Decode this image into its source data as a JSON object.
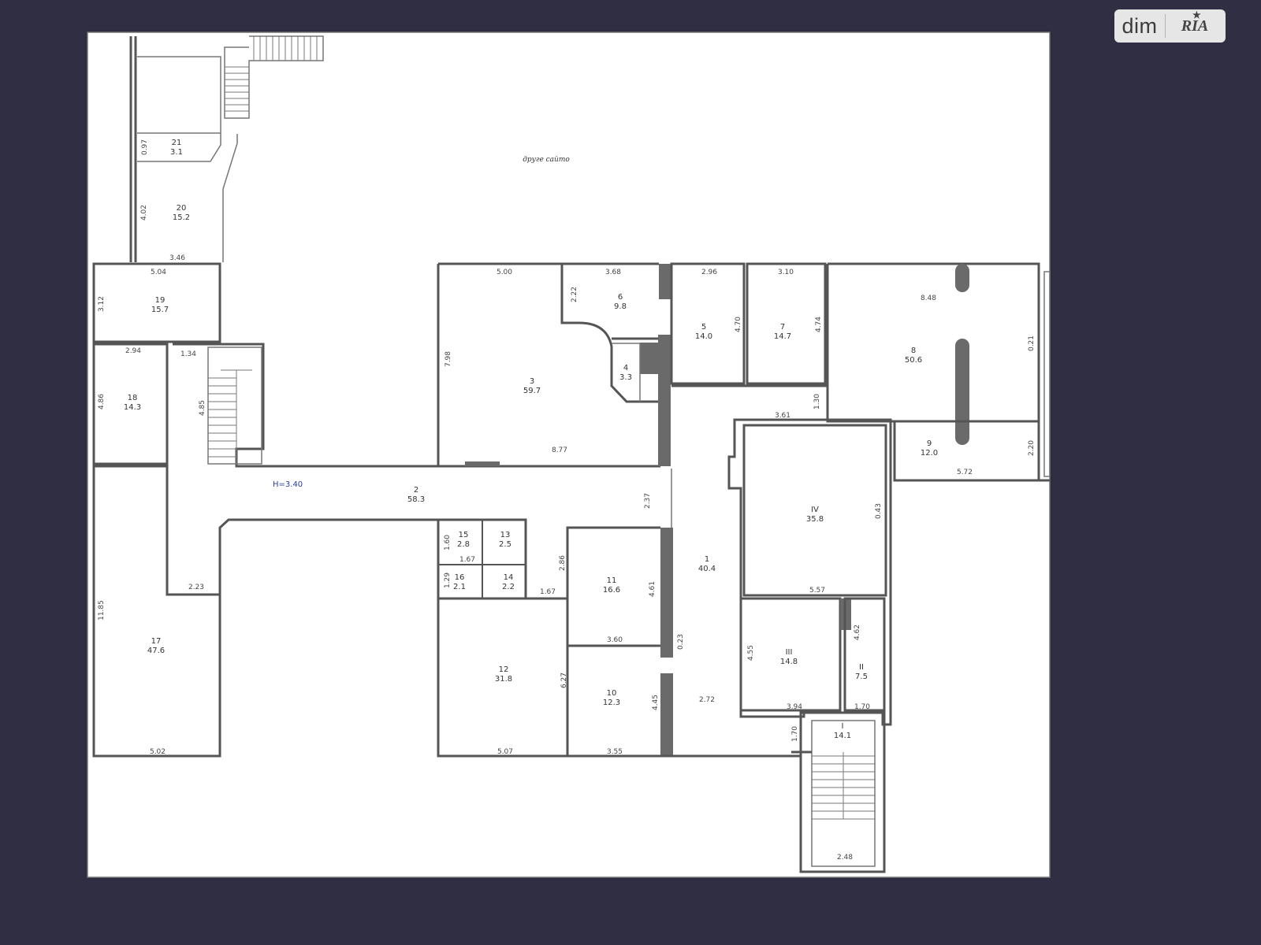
{
  "logo": {
    "brand": "dim",
    "partner": "RIA",
    "star": "★"
  },
  "plan": {
    "other_site_label": "друге сайто",
    "elevation_label": "H=3.40",
    "rooms": [
      {
        "num": "1",
        "area": "40.4"
      },
      {
        "num": "2",
        "area": "58.3"
      },
      {
        "num": "3",
        "area": "59.7"
      },
      {
        "num": "4",
        "area": "3.3"
      },
      {
        "num": "5",
        "area": "14.0"
      },
      {
        "num": "6",
        "area": "9.8"
      },
      {
        "num": "7",
        "area": "14.7"
      },
      {
        "num": "8",
        "area": "50.6"
      },
      {
        "num": "9",
        "area": "12.0"
      },
      {
        "num": "10",
        "area": "12.3"
      },
      {
        "num": "11",
        "area": "16.6"
      },
      {
        "num": "12",
        "area": "31.8"
      },
      {
        "num": "13",
        "area": "2.5"
      },
      {
        "num": "14",
        "area": "2.2"
      },
      {
        "num": "15",
        "area": "2.8"
      },
      {
        "num": "16",
        "area": "2.1"
      },
      {
        "num": "17",
        "area": "47.6"
      },
      {
        "num": "18",
        "area": "14.3"
      },
      {
        "num": "19",
        "area": "15.7"
      },
      {
        "num": "20",
        "area": "15.2"
      },
      {
        "num": "21",
        "area": "3.1"
      },
      {
        "num": "I",
        "area": "14.1"
      },
      {
        "num": "II",
        "area": "7.5"
      },
      {
        "num": "III",
        "area": "14.8"
      },
      {
        "num": "IV",
        "area": "35.8"
      }
    ],
    "dims": [
      "0.97",
      "4.02",
      "3.46",
      "5.04",
      "3.12",
      "2.94",
      "1.34",
      "4.85",
      "4.86",
      "11.85",
      "2.23",
      "5.02",
      "5.00",
      "7.98",
      "8.77",
      "3.68",
      "2.22",
      "2.96",
      "4.70",
      "3.10",
      "4.74",
      "8.48",
      "0.21",
      "1.30",
      "3.61",
      "5.72",
      "2.20",
      "0.43",
      "5.57",
      "2.37",
      "1.60",
      "1.67",
      "1.29",
      "2.86",
      "1.67",
      "4.61",
      "3.60",
      "6.27",
      "5.07",
      "4.45",
      "3.55",
      "0.23",
      "2.72",
      "4.55",
      "3.94",
      "4.62",
      "1.70",
      "1.70",
      "2.48"
    ]
  }
}
